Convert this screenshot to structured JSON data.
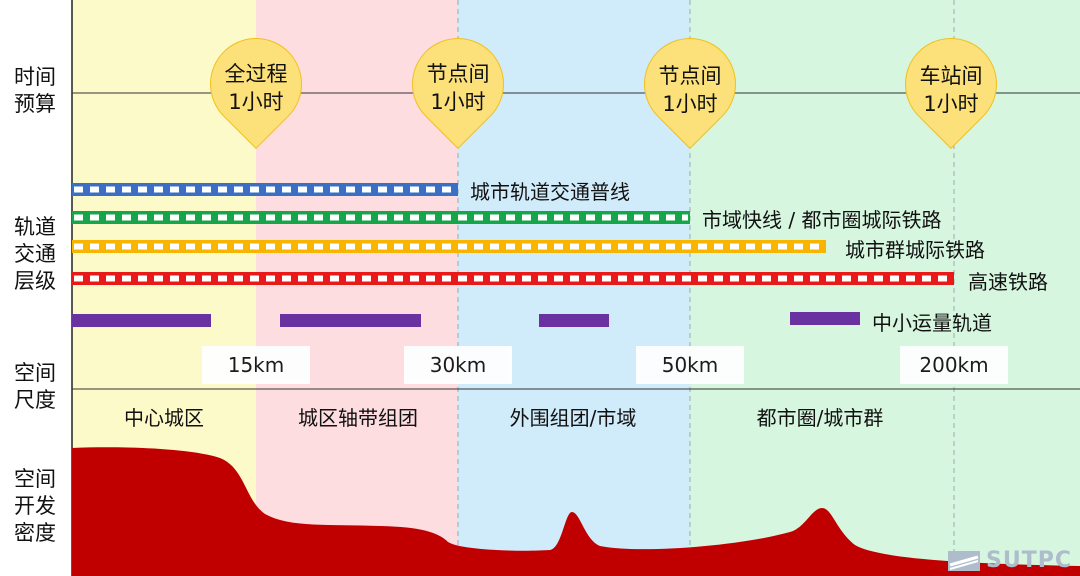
{
  "row_labels": {
    "time_budget": [
      "时间",
      "预算"
    ],
    "rail_level": [
      "轨道",
      "交通",
      "层级"
    ],
    "spatial_scale": [
      "空间",
      "尺度"
    ],
    "density": [
      "空间",
      "开发",
      "密度"
    ]
  },
  "pins": [
    {
      "line1": "全过程",
      "line2": "1小时"
    },
    {
      "line1": "节点间",
      "line2": "1小时"
    },
    {
      "line1": "节点间",
      "line2": "1小时"
    },
    {
      "line1": "车站间",
      "line2": "1小时"
    }
  ],
  "rail_lines": [
    {
      "label": "城市轨道交通普线",
      "color": "#3a6fc6"
    },
    {
      "label": "市域快线 / 都市圈城际铁路",
      "color": "#17a54a"
    },
    {
      "label": "城市群城际铁路",
      "color": "#f7b500"
    },
    {
      "label": "高速铁路",
      "color": "#e81919"
    }
  ],
  "medium_capacity": {
    "label": "中小运量轨道",
    "color": "#6a32a0"
  },
  "distances": [
    "15km",
    "30km",
    "50km",
    "200km"
  ],
  "zones": [
    {
      "name": "中心城区",
      "color": "#fdfac9"
    },
    {
      "name": "城区轴带组团",
      "color": "#fddde0"
    },
    {
      "name": "外围组团/市域",
      "color": "#d0ebfa"
    },
    {
      "name": "都市圈/城市群",
      "color": "#d6f6df"
    }
  ],
  "density_color": "#c00000",
  "logo_text": "SUTPC"
}
